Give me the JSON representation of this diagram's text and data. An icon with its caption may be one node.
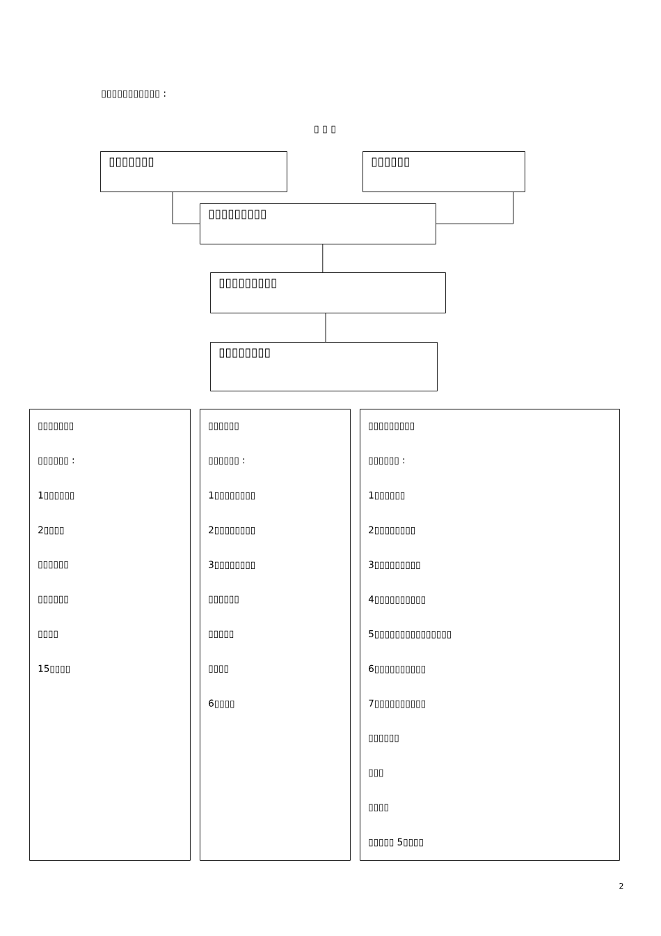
{
  "diagram": {
    "nodes": [
      {
        "text": [
          "▯▯▯▯▯▯▯"
        ]
      },
      {
        "text": [
          "▯▯▯▯▯▯"
        ]
      },
      {
        "text": [
          "▯▯▯▯▯▯▯▯▯"
        ]
      },
      {
        "text": [
          "▯▯▯▯▯▯▯▯▯"
        ]
      },
      {
        "text": [
          "▯▯▯▯▯▯▯▯"
        ]
      },
      {
        "text": [
          "▯▯▯▯▯▯▯",
          "▯▯▯▯▯▯ :",
          "1▯▯▯▯▯▯",
          "2▯▯▯▯",
          "▯▯▯▯▯▯",
          "▯▯▯▯▯▯",
          "▯▯▯▯",
          "15▯▯▯▯"
        ]
      },
      {
        "text": [
          "▯▯▯▯▯▯",
          "▯▯▯▯▯▯ :",
          "1▯▯▯▯▯▯▯▯",
          "2▯▯▯▯▯▯▯▯",
          "3▯▯▯▯▯▯▯▯",
          "▯▯▯▯▯▯",
          "▯▯▯▯▯",
          "▯▯▯▯",
          "6▯▯▯▯"
        ]
      },
      {
        "text": [
          "▯▯▯▯▯▯▯▯▯",
          "▯▯▯▯▯▯ :",
          "1▯▯▯▯▯▯",
          "2▯▯▯▯▯▯▯▯",
          "3▯▯▯▯▯▯▯▯▯",
          "4▯▯▯▯▯▯▯▯▯▯",
          "5▯▯▯▯▯▯▯▯▯▯▯▯▯▯▯",
          "6▯▯▯▯▯▯▯▯▯▯",
          "7▯▯▯▯▯▯▯▯▯▯",
          "▯▯▯▯▯▯",
          "▯▯▯",
          "▯▯▯▯",
          "▯▯▯▯▯ 5▯▯▯▯"
        ]
      }
    ],
    "edges": [
      {
        "from": 0,
        "to": 2,
        "arrow": "none"
      },
      {
        "from": 1,
        "to": 2,
        "arrow": "none"
      },
      {
        "from": 2,
        "to": 3,
        "arrow": "none"
      },
      {
        "from": 3,
        "to": 4,
        "arrow": "none"
      }
    ],
    "labels": [
      "▯▯▯▯▯▯▯▯▯▯▯ :",
      "▯ ▯ ▯",
      "2"
    ]
  }
}
